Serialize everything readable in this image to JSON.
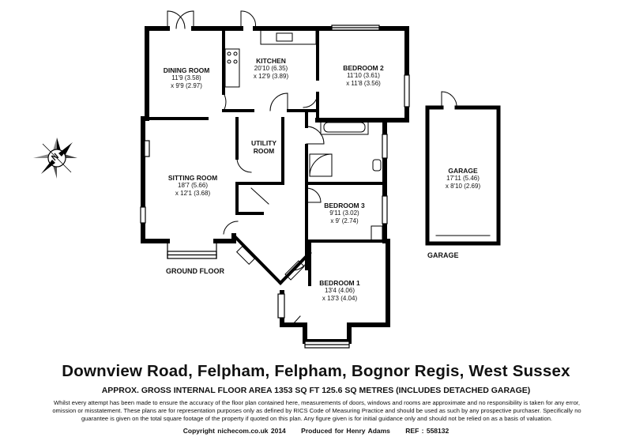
{
  "rooms": {
    "dining": {
      "name": "DINING ROOM",
      "dim1": "11'9 (3.58)",
      "dim2": "x 9'9 (2.97)"
    },
    "kitchen": {
      "name": "KITCHEN",
      "dim1": "20'10 (6.35)",
      "dim2": "x 12'9 (3.89)"
    },
    "bedroom2": {
      "name": "BEDROOM 2",
      "dim1": "11'10 (3.61)",
      "dim2": "x 11'8 (3.56)"
    },
    "utility": {
      "name1": "UTILITY",
      "name2": "ROOM"
    },
    "sitting": {
      "name": "SITTING ROOM",
      "dim1": "18'7 (5.66)",
      "dim2": "x 12'1 (3.68)"
    },
    "bedroom3": {
      "name": "BEDROOM 3",
      "dim1": "9'11 (3.02)",
      "dim2": "x 9' (2.74)"
    },
    "bedroom1": {
      "name": "BEDROOM 1",
      "dim1": "13'4 (4.06)",
      "dim2": "x 13'3 (4.04)"
    },
    "garage": {
      "name": "GARAGE",
      "dim1": "17'11 (5.46)",
      "dim2": "x 8'10 (2.69)"
    }
  },
  "floor_labels": {
    "ground": "GROUND FLOOR",
    "garage": "GARAGE"
  },
  "compass": {
    "letter": "N"
  },
  "title": "Downview Road, Felpham, Felpham, Bognor Regis, West Sussex",
  "area": "APPROX. GROSS INTERNAL FLOOR AREA 1353 SQ FT 125.6 SQ METRES (INCLUDES DETACHED GARAGE)",
  "disclaimer": "Whilst every attempt has been made to ensure the accuracy of the floor plan contained here, measurements of doors, windows and rooms are approximate and no responsibility is taken for any error, omission or misstatement. These plans are for representation purposes only as defined by RICS Code of Measuring Practice and should be used as such by any prospective purchaser. Specifically no guarantee is given on the total square footage of the property if quoted on this plan. Any figure given is for initial guidance only and should not be relied on as a basis of valuation.",
  "footer": {
    "copyright": "Copyright nichecom.co.uk 2014",
    "produced": "Produced for Henry Adams",
    "ref": "REF : 558132"
  }
}
